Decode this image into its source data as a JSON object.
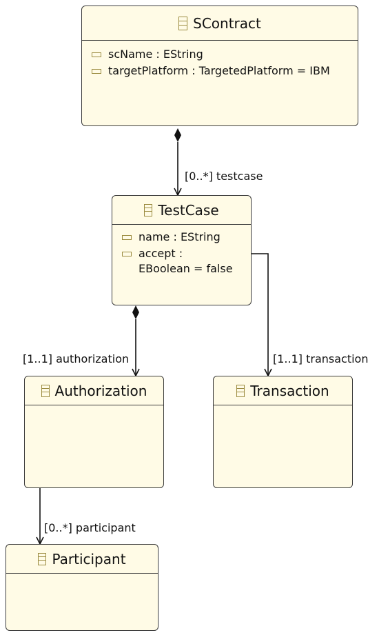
{
  "classes": {
    "scontract": {
      "name": "SContract",
      "attributes": [
        "scName : EString",
        "targetPlatform : TargetedPlatform = IBM"
      ]
    },
    "testcase": {
      "name": "TestCase",
      "attributes": [
        "name : EString",
        "accept :\nEBoolean = false"
      ]
    },
    "authorization": {
      "name": "Authorization",
      "attributes": []
    },
    "transaction": {
      "name": "Transaction",
      "attributes": []
    },
    "participant": {
      "name": "Participant",
      "attributes": []
    }
  },
  "references": {
    "testcase": "[0..*] testcase",
    "authorization": "[1..1] authorization",
    "transaction": "[1..1] transaction",
    "participant": "[0..*] participant"
  },
  "colors": {
    "class_fill": "#fffbe6",
    "border": "#3a3a3a",
    "icon": "#9a8a3e"
  }
}
